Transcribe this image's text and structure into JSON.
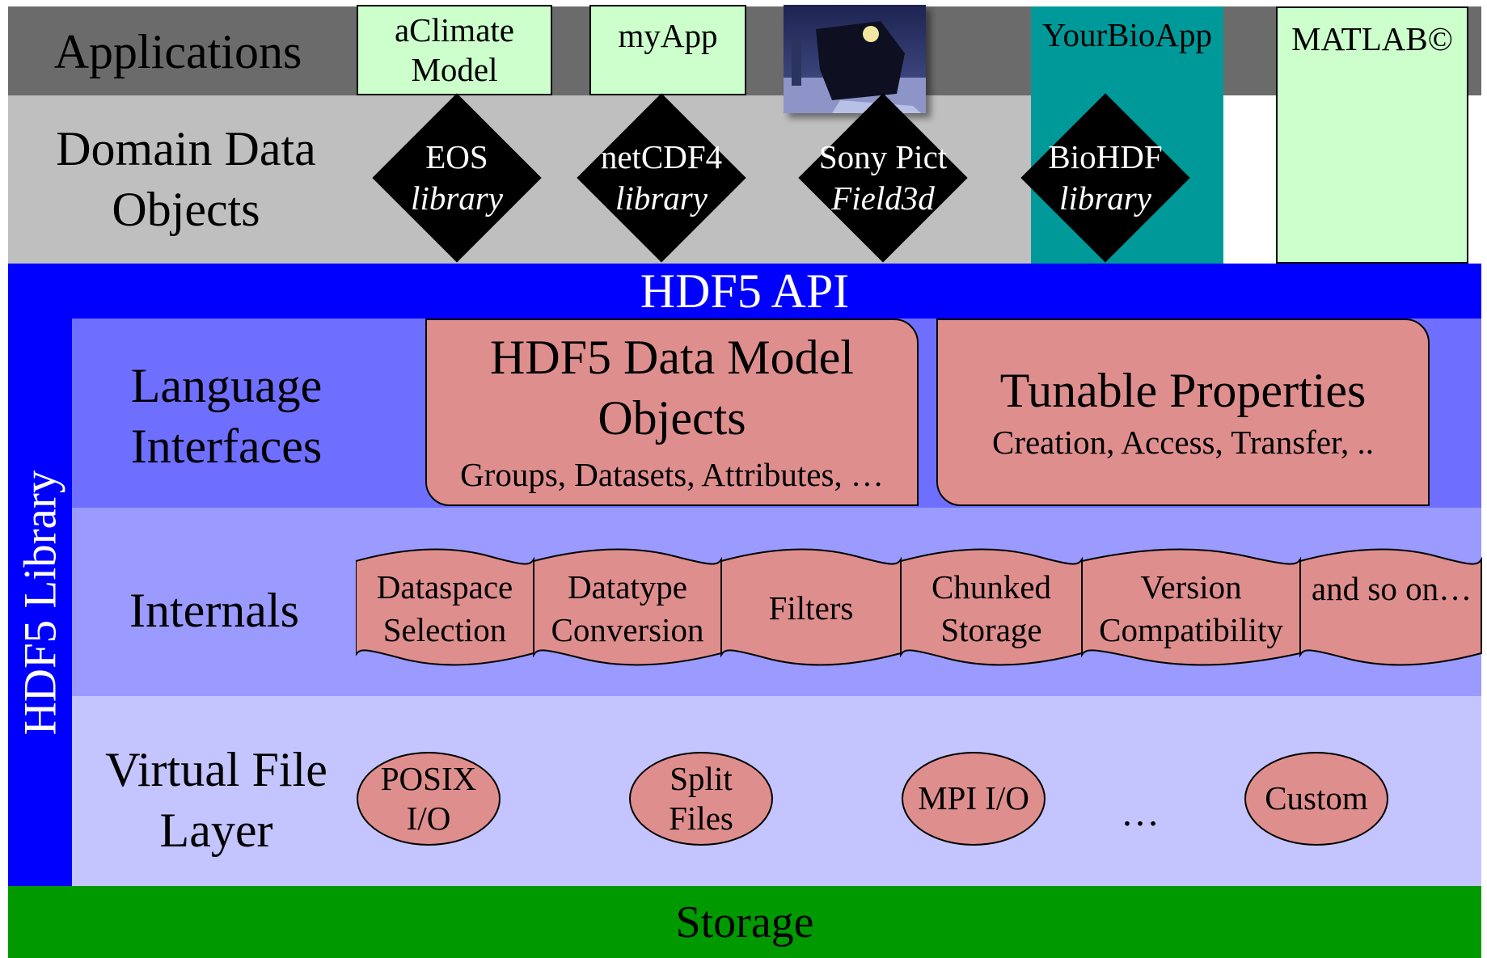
{
  "applications": {
    "row_label": "Applications",
    "apps": [
      "aClimate\nModel",
      "myApp",
      "YourBioApp",
      "MATLAB©"
    ],
    "photo": "train-photo"
  },
  "domain": {
    "row_label": "Domain Data\nObjects",
    "libraries": [
      {
        "name": "EOS",
        "sub": "library"
      },
      {
        "name": "netCDF4",
        "sub": "library"
      },
      {
        "name": "Sony Pict",
        "sub": "Field3d"
      },
      {
        "name": "BioHDF",
        "sub": "library"
      }
    ]
  },
  "api": {
    "label": "HDF5 API"
  },
  "library": {
    "label": "HDF5 Library"
  },
  "language": {
    "row_label": "Language\nInterfaces",
    "data_model": {
      "title": "HDF5 Data Model\nObjects",
      "sub": "Groups, Datasets, Attributes, …"
    },
    "tunable": {
      "title": "Tunable Properties",
      "sub": "Creation, Access, Transfer, .."
    }
  },
  "internals": {
    "row_label": "Internals",
    "items": [
      "Dataspace\nSelection",
      "Datatype\nConversion",
      "Filters",
      "Chunked\nStorage",
      "Version\nCompatibility",
      "and so on…"
    ]
  },
  "vfl": {
    "row_label": "Virtual File\nLayer",
    "drivers": [
      "POSIX\nI/O",
      "Split\nFiles",
      "MPI I/O",
      "Custom"
    ],
    "ellipsis": "…"
  },
  "storage": {
    "label": "Storage"
  }
}
